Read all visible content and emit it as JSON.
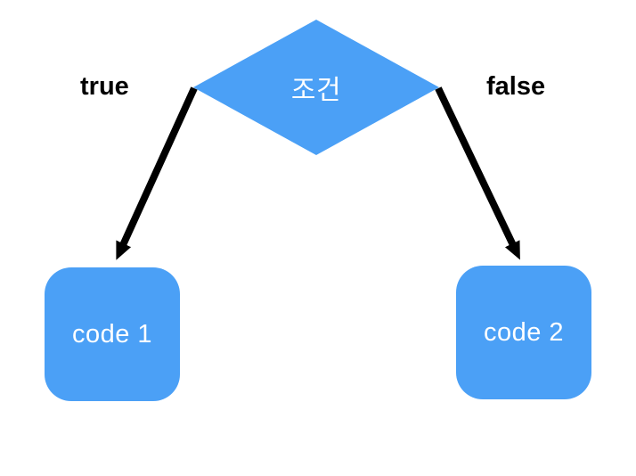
{
  "diagram": {
    "type": "flowchart",
    "condition_node": {
      "label": "조건",
      "shape": "diamond"
    },
    "true_branch": {
      "label": "true",
      "target": {
        "label": "code 1",
        "shape": "rounded-rect"
      }
    },
    "false_branch": {
      "label": "false",
      "target": {
        "label": "code 2",
        "shape": "rounded-rect"
      }
    },
    "colors": {
      "node_fill": "#4BA0F6",
      "node_text": "#ffffff",
      "arrow": "#000000",
      "edge_label_text": "#000000",
      "background": "#ffffff"
    }
  }
}
